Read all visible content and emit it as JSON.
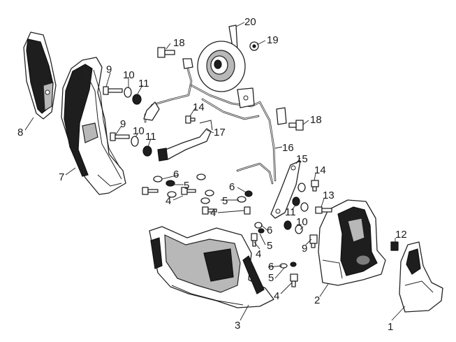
{
  "figure": {
    "callouts": [
      {
        "id": "c1",
        "text": "1"
      },
      {
        "id": "c2",
        "text": "2"
      },
      {
        "id": "c3",
        "text": "3"
      },
      {
        "id": "c4a",
        "text": "4"
      },
      {
        "id": "c4b",
        "text": "4"
      },
      {
        "id": "c4c",
        "text": "4"
      },
      {
        "id": "c4d",
        "text": "4"
      },
      {
        "id": "c5a",
        "text": "5"
      },
      {
        "id": "c5b",
        "text": "5"
      },
      {
        "id": "c5c",
        "text": "5"
      },
      {
        "id": "c5d",
        "text": "5"
      },
      {
        "id": "c6a",
        "text": "6"
      },
      {
        "id": "c6b",
        "text": "6"
      },
      {
        "id": "c6c",
        "text": "6"
      },
      {
        "id": "c6d",
        "text": "6"
      },
      {
        "id": "c7",
        "text": "7"
      },
      {
        "id": "c8",
        "text": "8"
      },
      {
        "id": "c9a",
        "text": "9"
      },
      {
        "id": "c9b",
        "text": "9"
      },
      {
        "id": "c9c",
        "text": "9"
      },
      {
        "id": "c10a",
        "text": "10"
      },
      {
        "id": "c10b",
        "text": "10"
      },
      {
        "id": "c10c",
        "text": "10"
      },
      {
        "id": "c11a",
        "text": "11"
      },
      {
        "id": "c11b",
        "text": "11"
      },
      {
        "id": "c11c",
        "text": "11"
      },
      {
        "id": "c12",
        "text": "12"
      },
      {
        "id": "c13",
        "text": "13"
      },
      {
        "id": "c14a",
        "text": "14"
      },
      {
        "id": "c14b",
        "text": "14"
      },
      {
        "id": "c15",
        "text": "15"
      },
      {
        "id": "c16",
        "text": "16"
      },
      {
        "id": "c17",
        "text": "17"
      },
      {
        "id": "c18a",
        "text": "18"
      },
      {
        "id": "c18b",
        "text": "18"
      },
      {
        "id": "c19",
        "text": "19"
      },
      {
        "id": "c20",
        "text": "20"
      }
    ]
  }
}
